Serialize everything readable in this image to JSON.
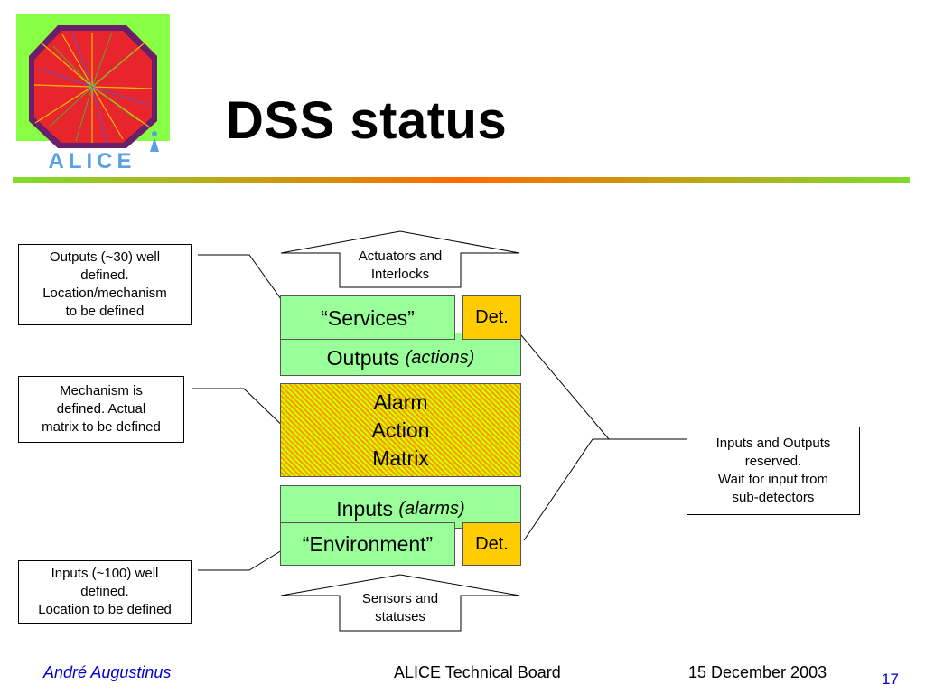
{
  "slide": {
    "title": "DSS status",
    "logo_text": "ALICE",
    "page_number": "17"
  },
  "diagram": {
    "top_arrow_text": [
      "Actuators and",
      "Interlocks"
    ],
    "bottom_arrow_text": [
      "Sensors and",
      "statuses"
    ],
    "services_label": "“Services”",
    "det_top_label": "Det.",
    "outputs_label": "Outputs",
    "outputs_sub": "(actions)",
    "matrix_lines": [
      "Alarm",
      "Action",
      "Matrix"
    ],
    "inputs_label": "Inputs",
    "inputs_sub": "(alarms)",
    "environment_label": "“Environment”",
    "det_bottom_label": "Det."
  },
  "notes": {
    "outputs_note": [
      "Outputs (~30) well",
      "defined.",
      "Location/mechanism",
      "to be defined"
    ],
    "matrix_note": [
      "Mechanism is",
      "defined. Actual",
      "matrix to be defined"
    ],
    "inputs_note": [
      "Inputs (~100) well",
      "defined.",
      "Location to be defined"
    ],
    "det_note": [
      "Inputs and Outputs",
      "reserved.",
      "Wait for input from",
      "sub-detectors"
    ]
  },
  "footer": {
    "author": "André Augustinus",
    "event": "ALICE Technical Board",
    "date": "15 December 2003"
  },
  "colors": {
    "box_green": "#99ff99",
    "det_yellow": "#ffcc00",
    "matrix_stripe_a": "#ccff00",
    "matrix_stripe_b": "#ff9900",
    "rule_green": "#7fdc2c",
    "rule_orange": "#ff6a00",
    "footer_blue": "#0000cc",
    "logo_green": "#88ff44",
    "logo_red": "#e8242c",
    "logo_letters": "#5aa0e6"
  }
}
